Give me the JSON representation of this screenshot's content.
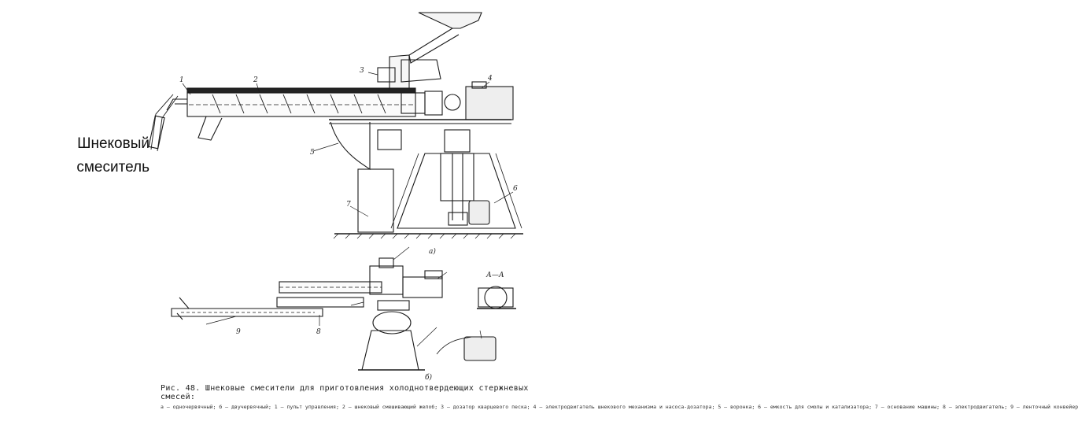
{
  "slide": {
    "title": "Шнековый смеситель"
  },
  "figure": {
    "caption_title": "Рис. 48. Шнековые смесители для приготовления холоднотвердеющих стержневых смесей:",
    "caption_body": "а — одночервячный; б — двучервячный; 1 — пульт управления; 2 — шнековый смешивающий желоб; 3 — дозатор кварцевого песка; 4 — электродвигатель шнекового механизма и насоса-дозатора; 5 — воронка; 6 — емкость для смолы и катализатора; 7 — основание машины; 8 — электродвигатель; 9 — ленточный конвейер",
    "part_labels": {
      "a": "а)",
      "b": "б)",
      "section": "А—А"
    },
    "callouts": [
      "1",
      "2",
      "3",
      "4",
      "5",
      "6",
      "7",
      "8",
      "9"
    ]
  }
}
